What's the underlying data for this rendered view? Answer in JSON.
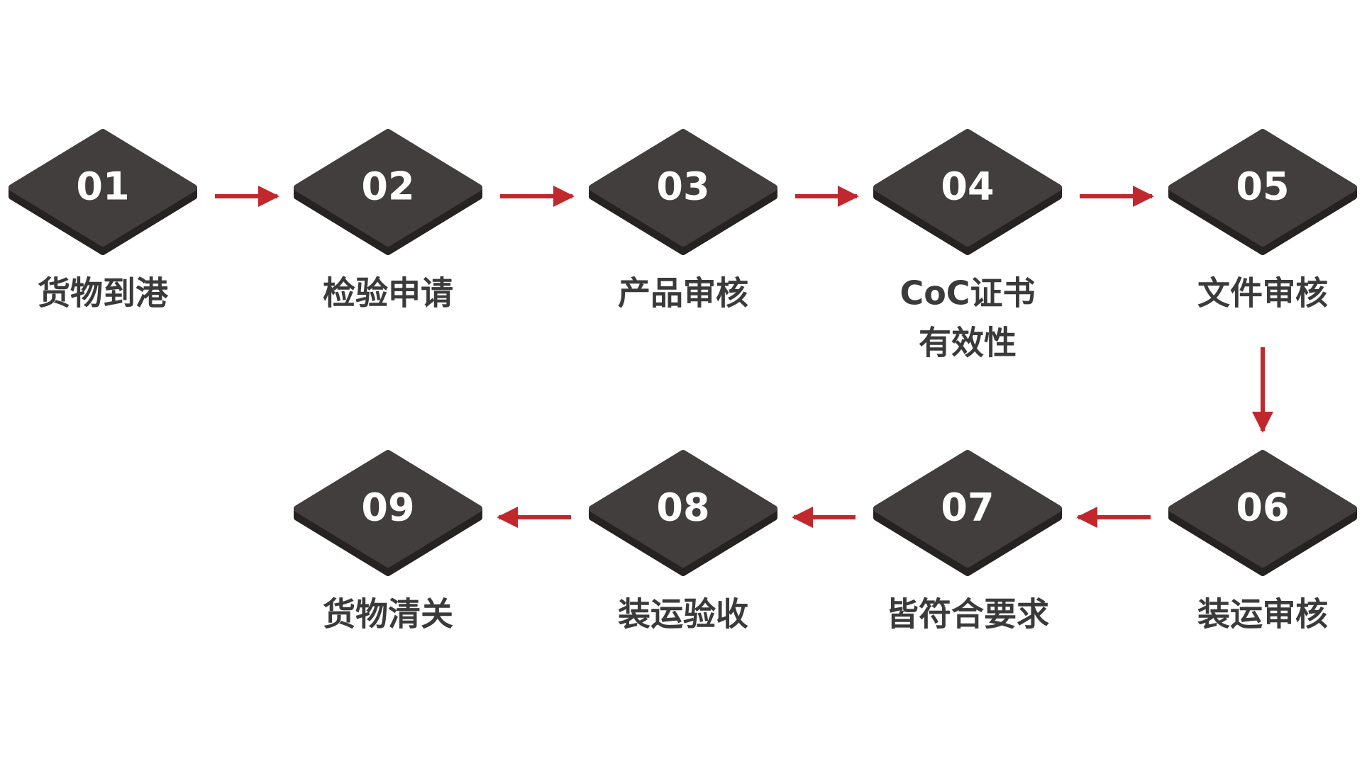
{
  "diagram": {
    "colors": {
      "diamond_top": "#433e3e",
      "diamond_side": "#262222",
      "number_text": "#ffffff",
      "label_text": "#3a3a3a",
      "arrow": "#c0282d",
      "background": "#ffffff"
    },
    "steps": [
      {
        "number": "01",
        "label": [
          "货物到港"
        ]
      },
      {
        "number": "02",
        "label": [
          "检验申请"
        ]
      },
      {
        "number": "03",
        "label": [
          "产品审核"
        ]
      },
      {
        "number": "04",
        "label": [
          "CoC证书",
          "有效性"
        ]
      },
      {
        "number": "05",
        "label": [
          "文件审核"
        ]
      },
      {
        "number": "06",
        "label": [
          "装运审核"
        ]
      },
      {
        "number": "07",
        "label": [
          "皆符合要求"
        ]
      },
      {
        "number": "08",
        "label": [
          "装运验收"
        ]
      },
      {
        "number": "09",
        "label": [
          "货物清关"
        ]
      }
    ],
    "connections": [
      {
        "from": "01",
        "to": "02"
      },
      {
        "from": "02",
        "to": "03"
      },
      {
        "from": "03",
        "to": "04"
      },
      {
        "from": "04",
        "to": "05"
      },
      {
        "from": "05",
        "to": "06"
      },
      {
        "from": "06",
        "to": "07"
      },
      {
        "from": "07",
        "to": "08"
      },
      {
        "from": "08",
        "to": "09"
      }
    ]
  }
}
